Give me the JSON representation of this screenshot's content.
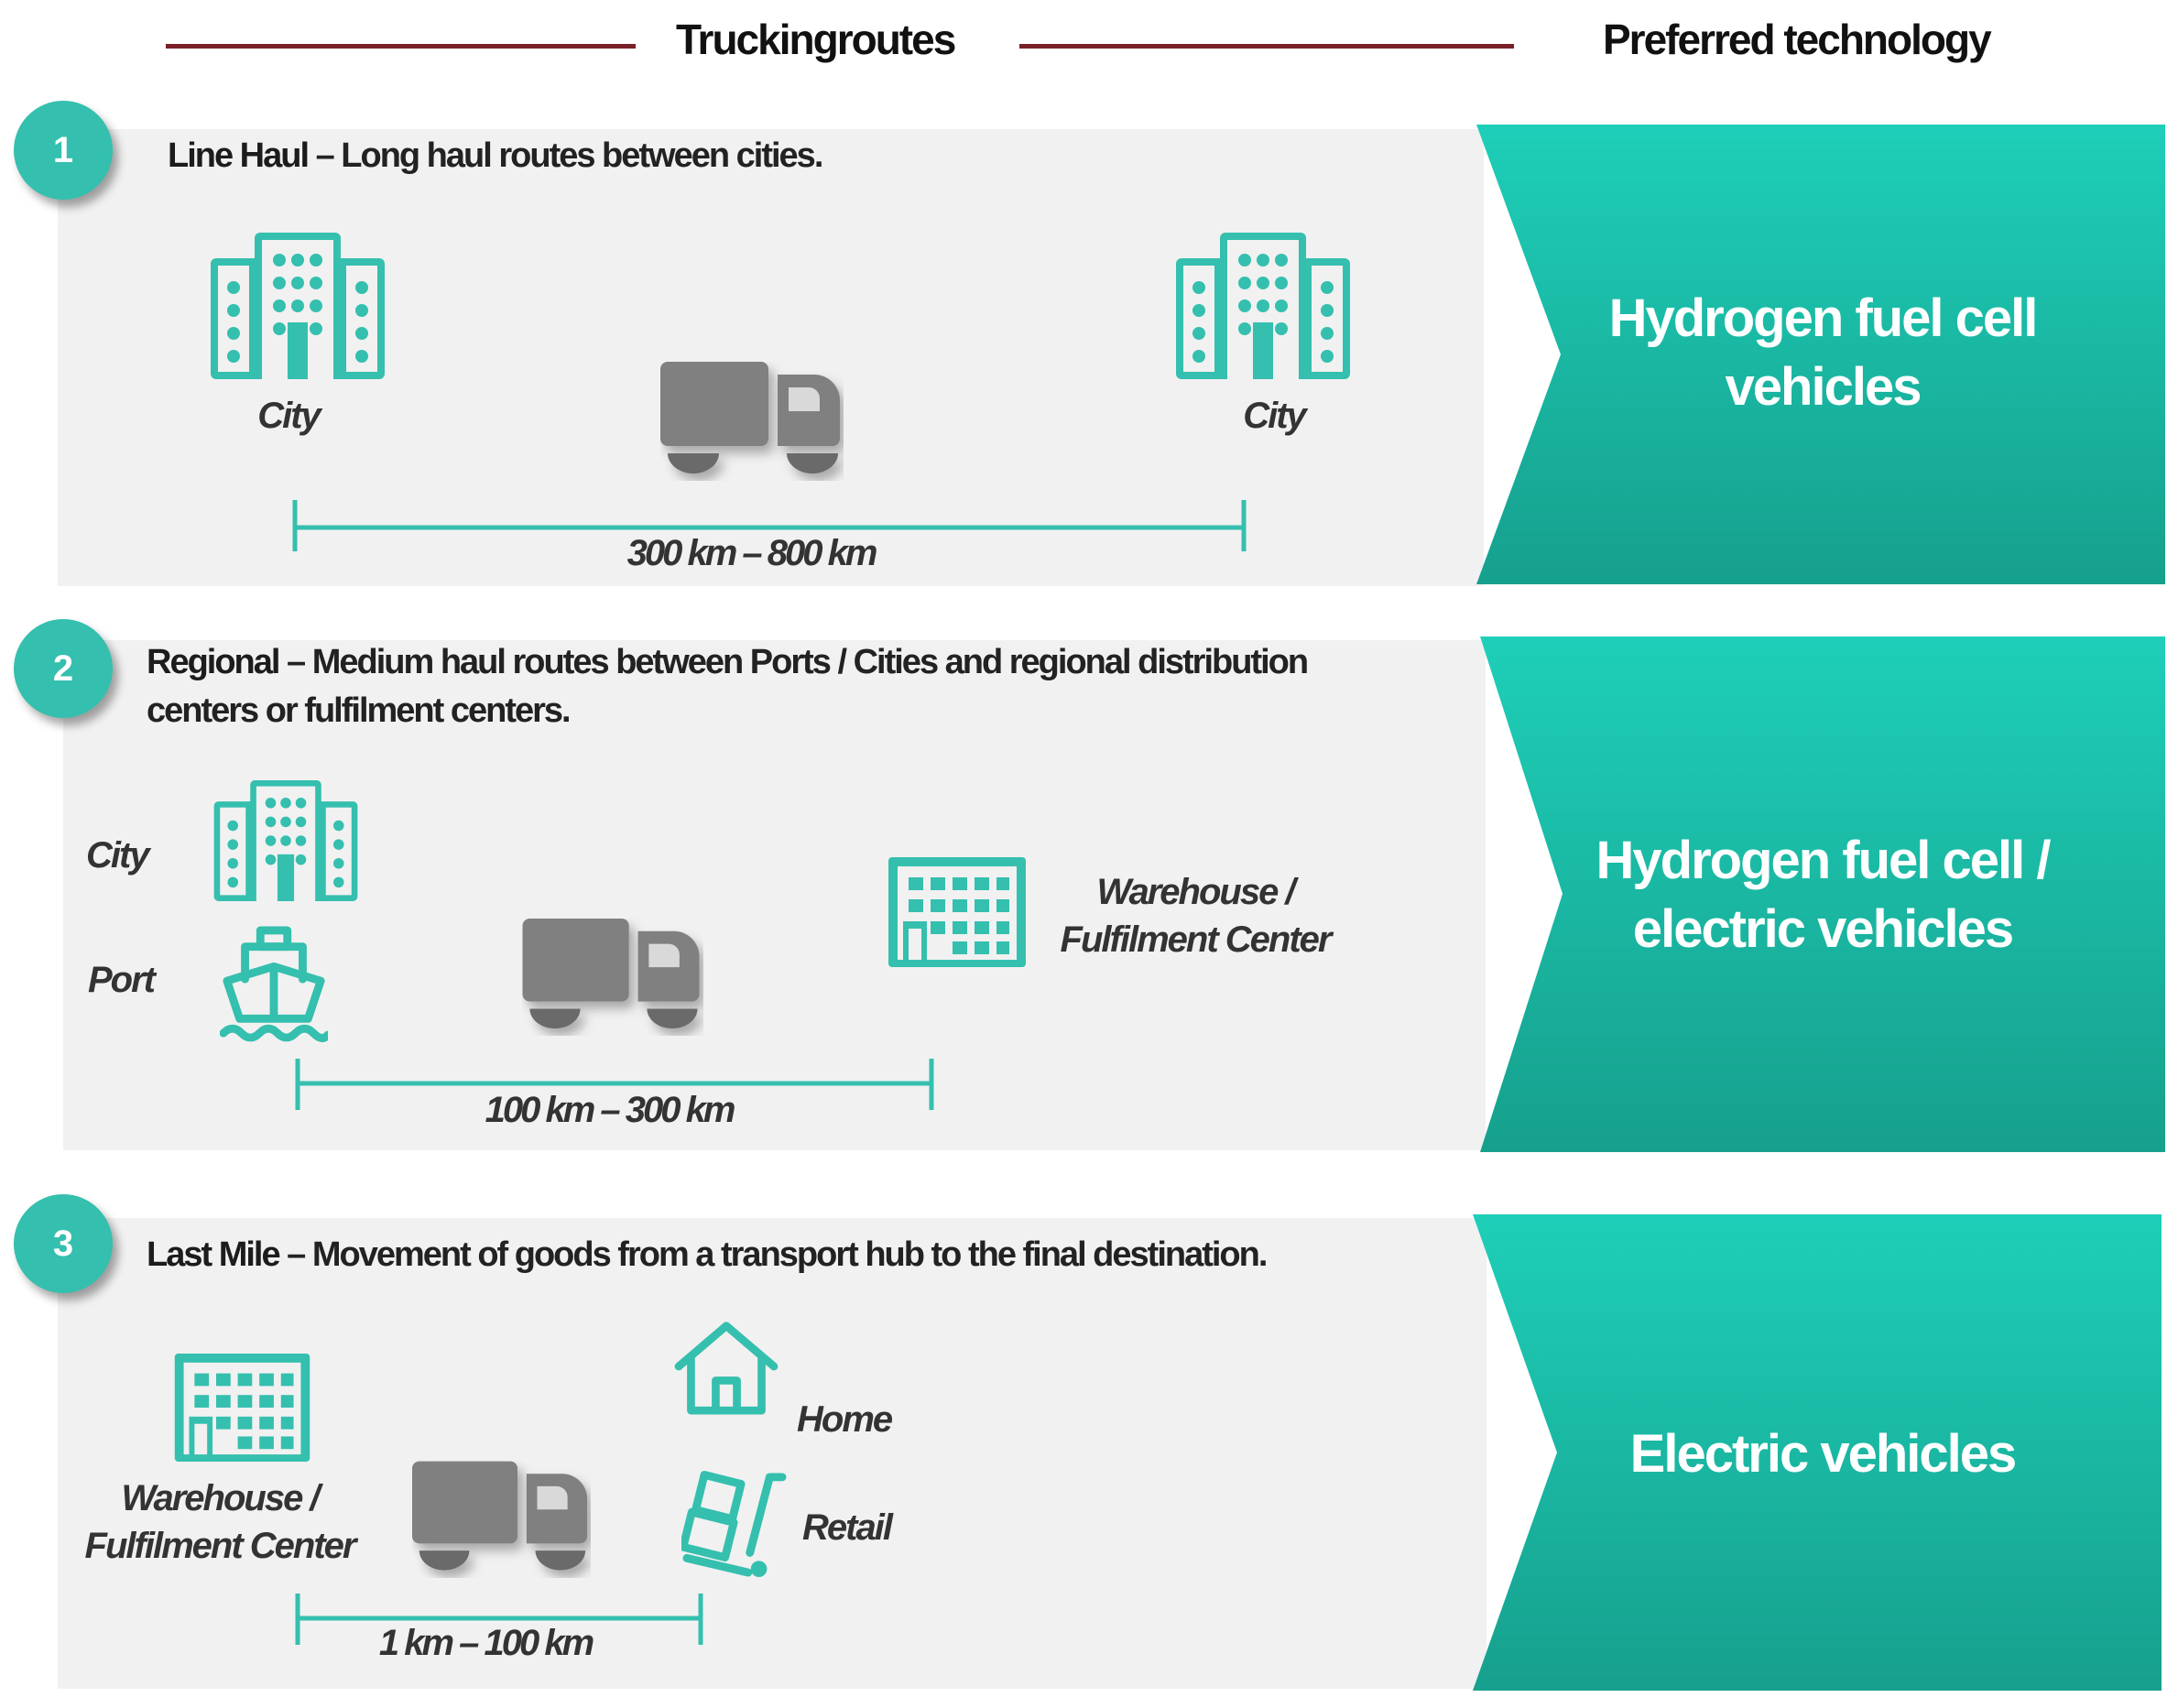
{
  "header": {
    "routes_title": "Truckingroutes",
    "tech_title": "Preferred technology",
    "line_color": "#7a1f28"
  },
  "colors": {
    "teal": "#35bfae",
    "arrow_top": "#1ecfb8",
    "arrow_bottom": "#16a08d",
    "truck": "#808080",
    "panel": "#f1f1f1"
  },
  "routes": [
    {
      "number": "1",
      "name": "Line Haul",
      "description": " – Long haul routes between cities.",
      "labels": {
        "left_city": "City",
        "right_city": "City"
      },
      "distance": "300 km – 800 km",
      "technology_line1": "Hydrogen fuel cell",
      "technology_line2": "vehicles",
      "icons": [
        "building-icon",
        "truck-icon",
        "building-icon"
      ]
    },
    {
      "number": "2",
      "name": "Regional",
      "description": " – Medium haul routes between Ports / Cities and regional distribution centers or fulfilment centers.",
      "labels": {
        "city": "City",
        "port": "Port",
        "warehouse_line1": "Warehouse /",
        "warehouse_line2": "Fulfilment Center"
      },
      "distance": "100 km – 300 km",
      "technology_line1": "Hydrogen fuel cell /",
      "technology_line2": "electric vehicles",
      "icons": [
        "building-icon",
        "ship-icon",
        "truck-icon",
        "warehouse-icon"
      ]
    },
    {
      "number": "3",
      "name": "Last Mile",
      "description": " – Movement of goods from a transport hub to the final destination.",
      "labels": {
        "warehouse_line1": "Warehouse /",
        "warehouse_line2": "Fulfilment Center",
        "home": "Home",
        "retail": "Retail"
      },
      "distance": "1 km – 100 km",
      "technology_line1": "Electric vehicles",
      "icons": [
        "warehouse-icon",
        "truck-icon",
        "home-icon",
        "hand-truck-icon"
      ]
    }
  ]
}
